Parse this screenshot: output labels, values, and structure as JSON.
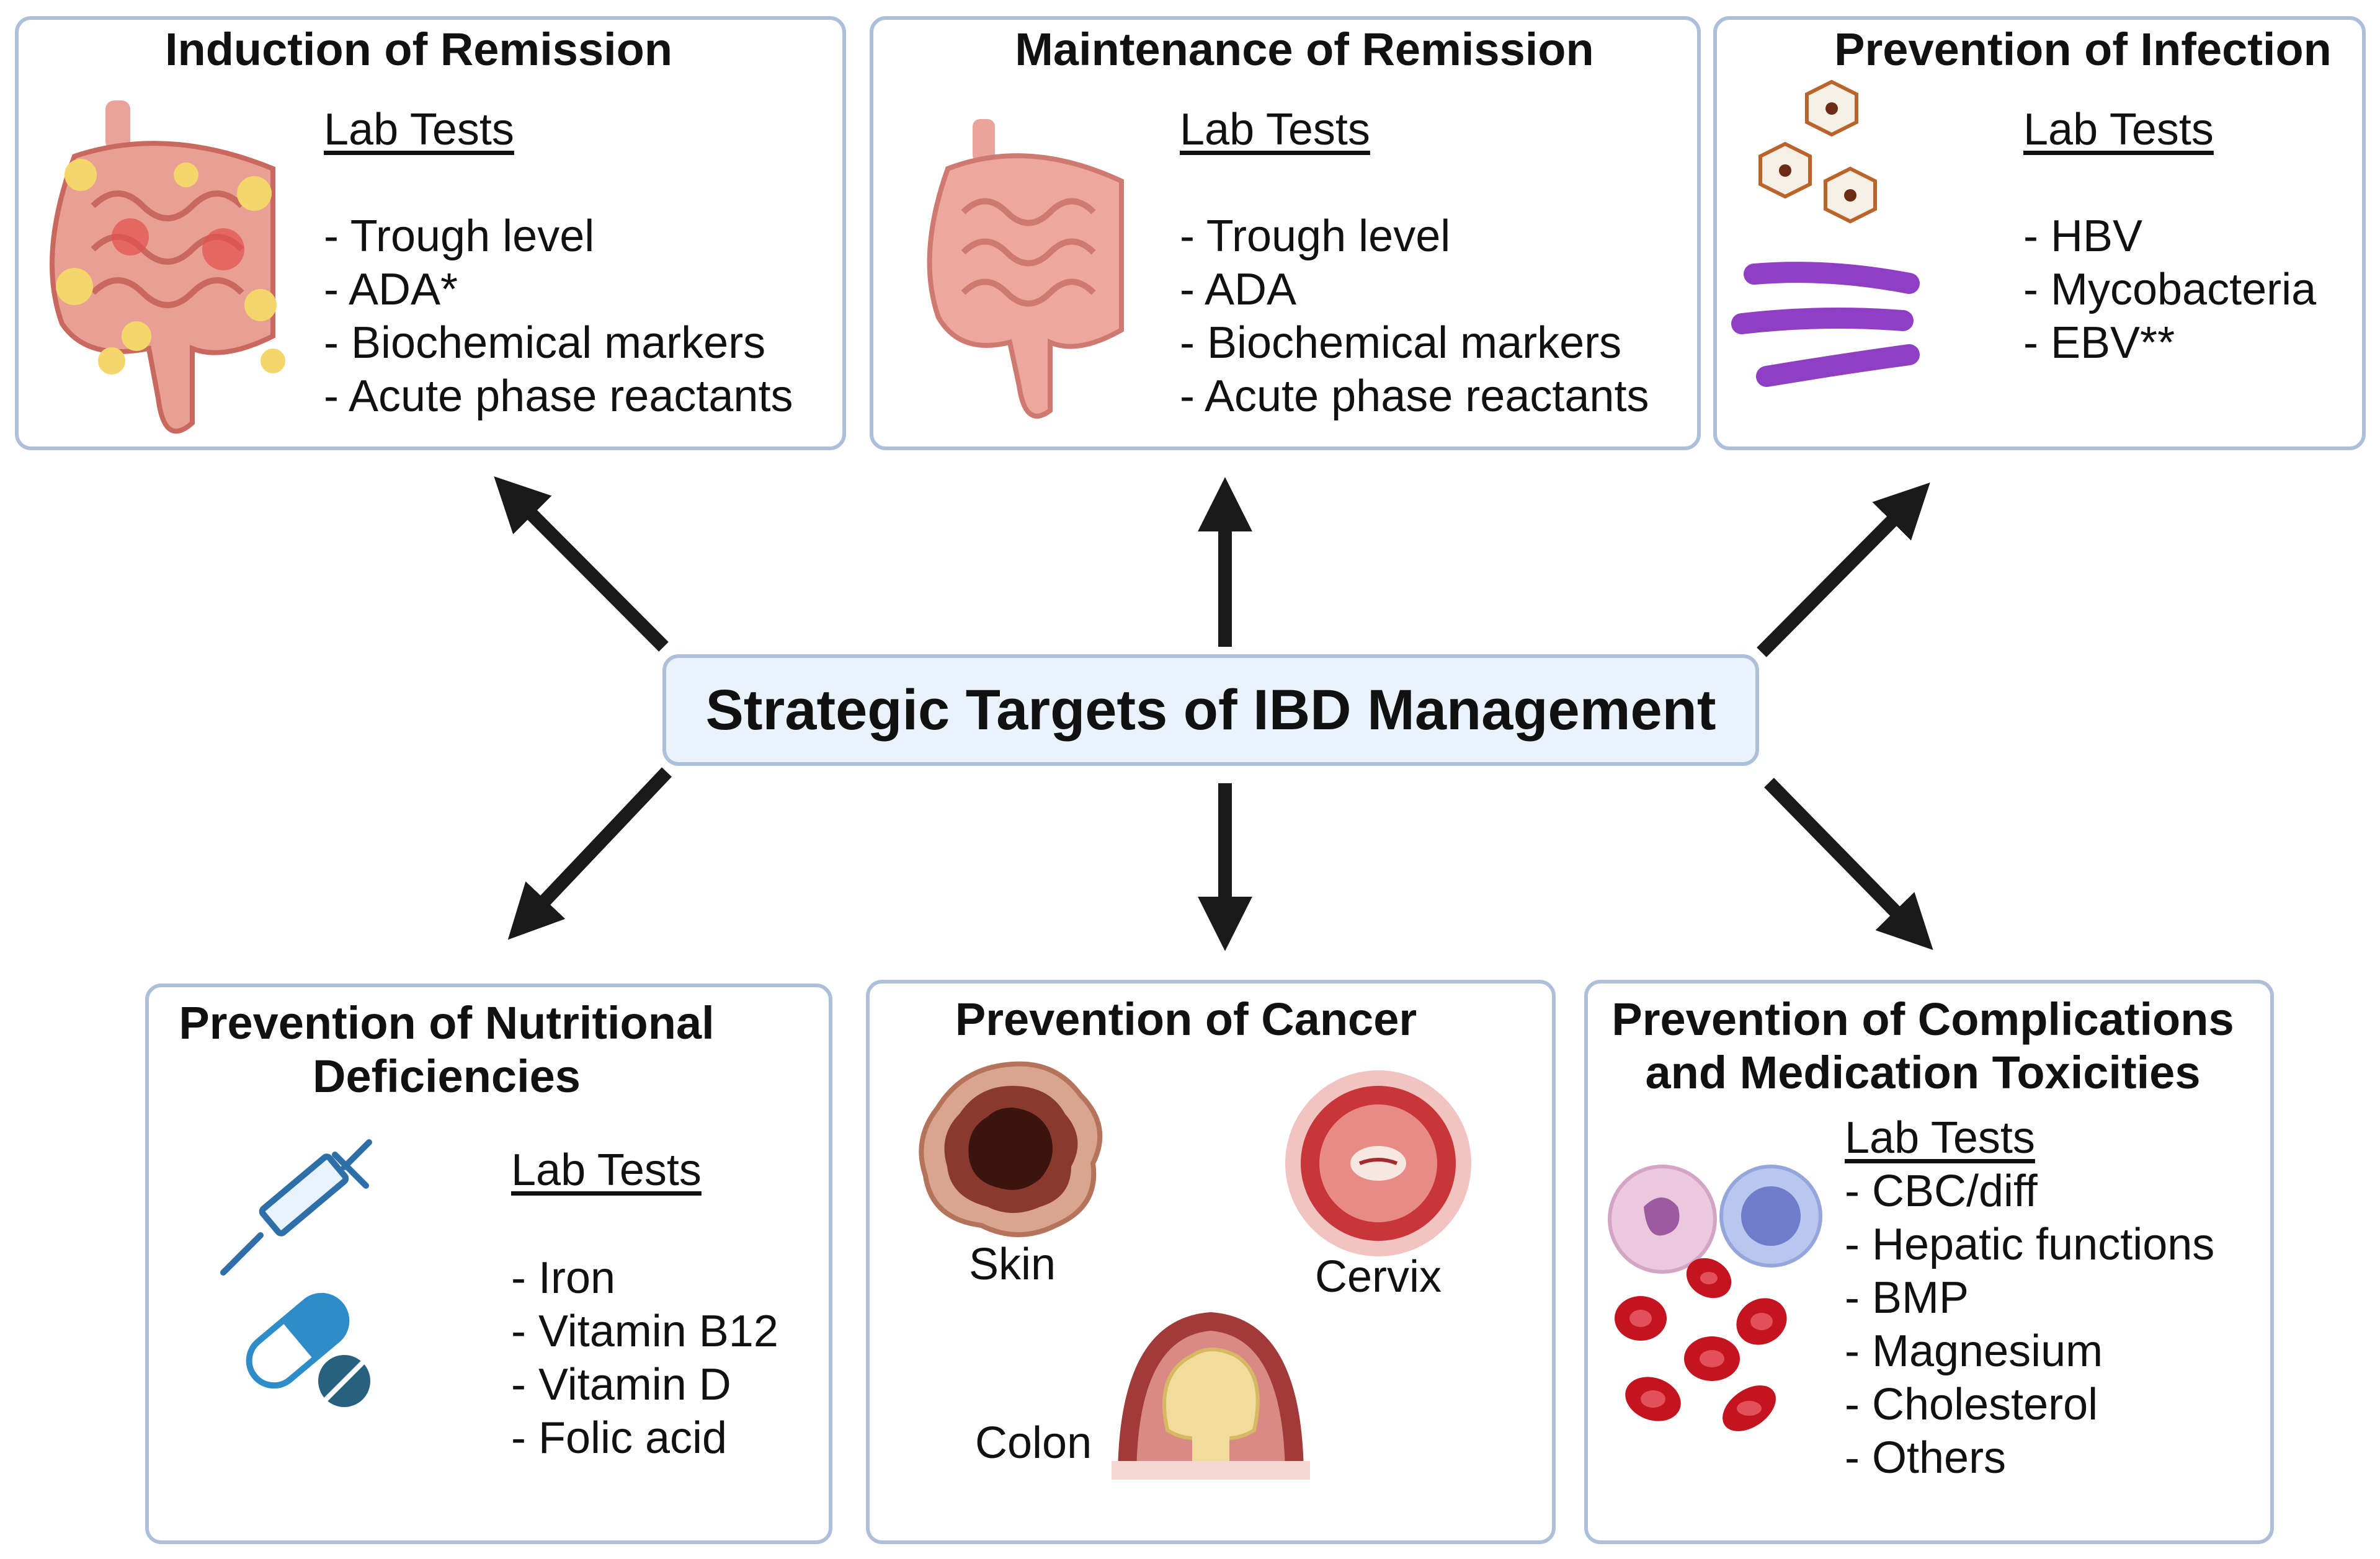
{
  "center": {
    "title": "Strategic Targets of IBD Management"
  },
  "boxes": {
    "induction": {
      "title": "Induction of Remission",
      "lab_label": "Lab Tests",
      "items": [
        "Trough level",
        "ADA*",
        "Biochemical markers",
        "Acute phase reactants"
      ]
    },
    "maintenance": {
      "title": "Maintenance of Remission",
      "lab_label": "Lab Tests",
      "items": [
        "Trough level",
        "ADA",
        "Biochemical markers",
        "Acute phase reactants"
      ]
    },
    "infection": {
      "title": "Prevention of Infection",
      "lab_label": "Lab Tests",
      "items": [
        "HBV",
        "Mycobacteria",
        "EBV**"
      ]
    },
    "nutrition": {
      "title_line1": "Prevention of Nutritional",
      "title_line2": "Deficiencies",
      "lab_label": "Lab Tests",
      "items": [
        "Iron",
        "Vitamin B12",
        "Vitamin D",
        "Folic acid"
      ]
    },
    "cancer": {
      "title": "Prevention of Cancer",
      "labels": {
        "skin": "Skin",
        "cervix": "Cervix",
        "colon": "Colon"
      }
    },
    "complications": {
      "title_line1": "Prevention of Complications",
      "title_line2": "and Medication Toxicities",
      "lab_label": "Lab Tests",
      "items": [
        "CBC/diff",
        "Hepatic functions",
        "BMP",
        "Magnesium",
        "Cholesterol",
        "Others"
      ]
    }
  },
  "icons": {
    "induction": "inflamed-intestine-icon",
    "maintenance": "healthy-intestine-icon",
    "infection": [
      "virus-icon",
      "bacteria-icon"
    ],
    "nutrition": [
      "syringe-icon",
      "pill-capsule-icon"
    ],
    "cancer": [
      "skin-lesion-icon",
      "cervix-icon",
      "colon-polyp-icon"
    ],
    "complications": [
      "blood-cells-icon"
    ]
  },
  "colors": {
    "box_border": "#aebfda",
    "center_fill": "#eaf2fb",
    "arrow": "#1a1a1a",
    "bacteria": "#8f3fc4",
    "pill": "#2e8dc9",
    "red_cell": "#c4141f"
  }
}
